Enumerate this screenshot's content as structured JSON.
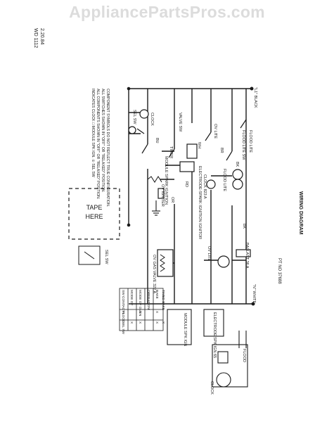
{
  "watermark": "AppliancePartsPros.com",
  "doc_code": [
    "2.20.84",
    "WD 1112"
  ],
  "title": "WIRING DIAGRAM",
  "pt_no": "PT NO 37688",
  "wire_labels": {
    "line": "\"L1\" BLACK",
    "neutral": "\"N\" WHITE",
    "bk": "BK",
    "wh": "WH",
    "bu": "BU",
    "br": "BR",
    "rd": "RD",
    "or": "OR"
  },
  "components": {
    "flood_lite": "FLOOD LITE",
    "flood_lite_sw": "FLOOD LITE SW",
    "flood_lite_2": "FLOOD LITE",
    "ballast": "BALLAST 36 A",
    "ov_lite_1": "OV LITE",
    "ov_lite_2": "OV LITE",
    "clock": "CLOCK 823 A",
    "clock_r": "CLOCK",
    "valve_sw": "VALVE SW",
    "module": "MODULE SPARK IGNITION",
    "timer": "TIMER",
    "electrode": "ELECTRODE-SPARK IGNITION IGNITOR",
    "ov_igniter": "OV IGNITER",
    "sel_sw": "SEL SW",
    "ov_gas_valve": "OV GAS VALVE 322 A",
    "tape_here": [
      "TAPE",
      "HERE"
    ],
    "electrode_r": "ELECTRODE SPK IGN 65",
    "module_r": "MODULE SPK IGN",
    "sel_sw_r": "SEL SW",
    "flood_r": "FLOOD"
  },
  "note_lines": [
    "COMPONENT SYMBOLS DO NOT REFLECT TRUE CONFIGURATION.",
    "ALL SWITCHES SHOWN IN \"OFF\" OR \"RELAXED\" POSITION.",
    "ALL COMPONENTS SHOWN IN \"OFF\" OR \"RELAXED\" POSITION.",
    "INDICATES CLOCK □ MODULE SPK IGN. ① SEL SW"
  ],
  "table": {
    "header": [
      "SW CONTACTS",
      "FLOOD",
      "SEL SW"
    ],
    "rows": [
      [
        "MODE OF",
        "",
        "X"
      ],
      [
        "MODE OF OVEN",
        "X",
        "X"
      ],
      [
        "OPERATION",
        "",
        ""
      ],
      [
        "BAKE",
        "X",
        "X"
      ],
      [
        "TIMED BAKE",
        "",
        "X"
      ]
    ]
  }
}
